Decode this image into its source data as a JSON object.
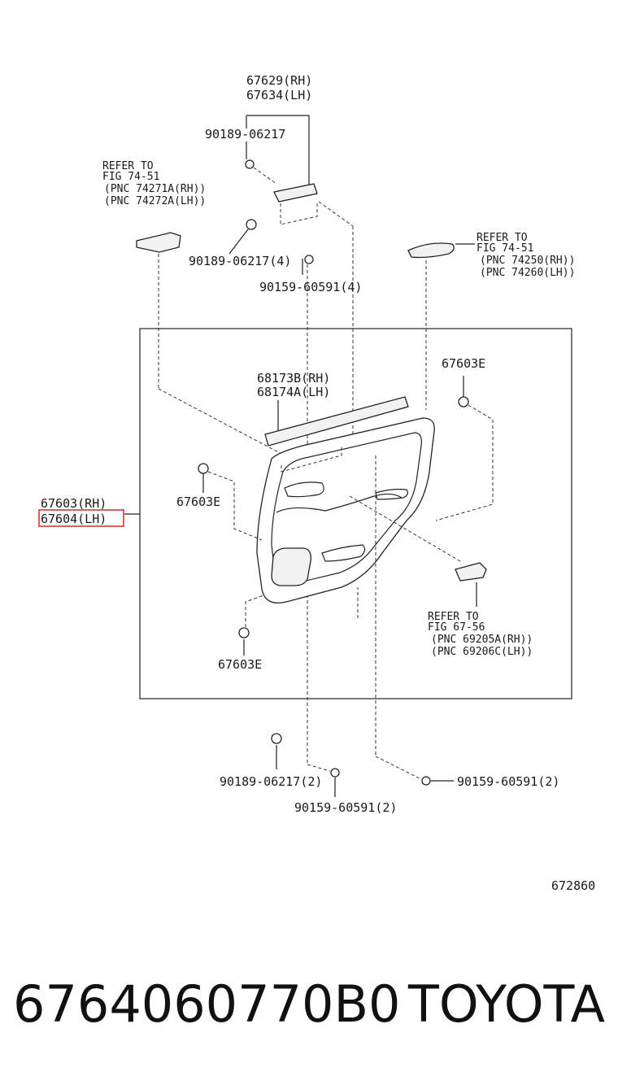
{
  "labels": {
    "l1": "67629(RH)",
    "l2": "67634(LH)",
    "l3": "90189-06217",
    "l4a": "REFER TO",
    "l4b": "FIG 74-51",
    "l4c": "(PNC 74271A(RH))",
    "l4d": "(PNC 74272A(LH))",
    "l5": "90189-06217(4)",
    "l6": "90159-60591(4)",
    "l7a": "REFER TO",
    "l7b": "FIG 74-51",
    "l7c": "(PNC 74250(RH))",
    "l7d": "(PNC 74260(LH))",
    "l8": "67603E",
    "l9": "68173B(RH)",
    "l10": "68174A(LH)",
    "l11": "67603(RH)",
    "l12": "67604(LH)",
    "l13": "67603E",
    "l14a": "REFER TO",
    "l14b": "FIG 67-56",
    "l14c": "(PNC 69205A(RH))",
    "l14d": "(PNC 69206C(LH))",
    "l15": "67603E",
    "l16": "90189-06217(2)",
    "l17": "90159-60591(2)",
    "l18": "90159-60591(2)",
    "l19": "672860"
  },
  "footer": {
    "part_number": "6764060770B0",
    "brand": "TOYOTA"
  },
  "colors": {
    "highlight": "#d9262c"
  }
}
